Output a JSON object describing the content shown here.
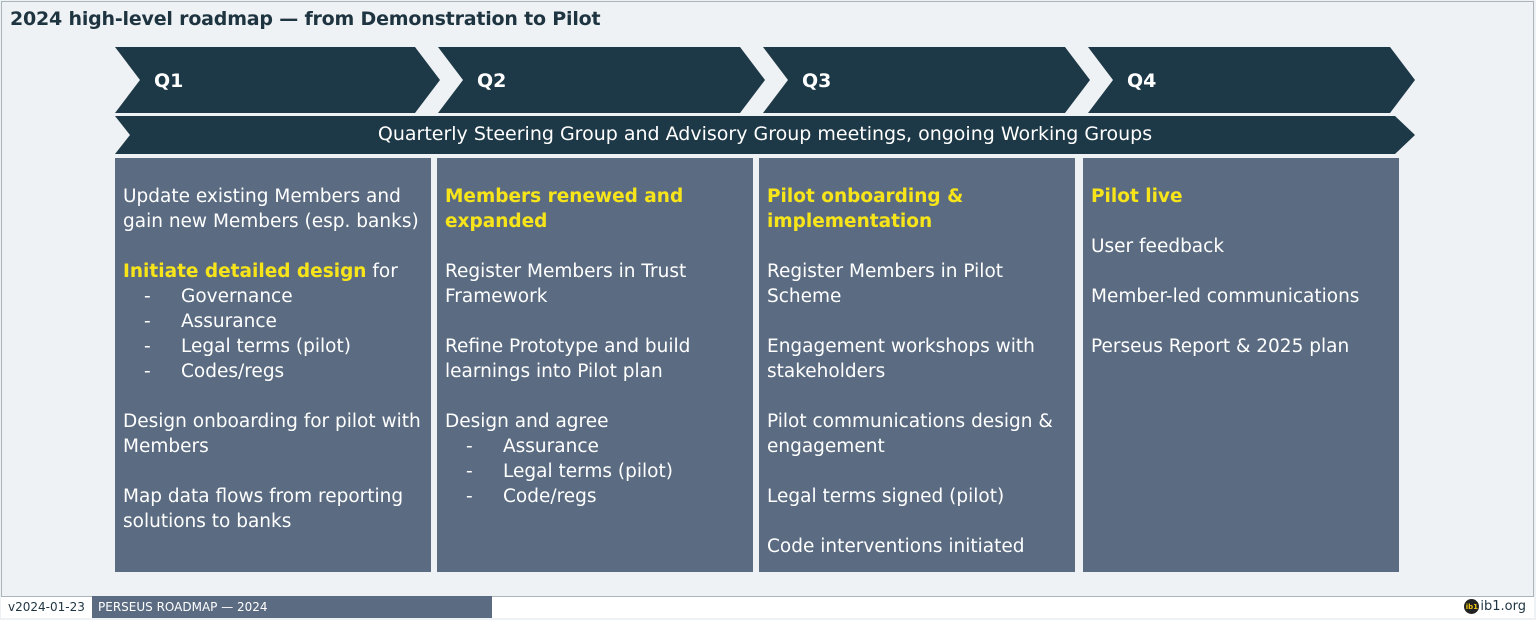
{
  "title": "2024 high-level roadmap — from Demonstration to Pilot",
  "quarters": [
    {
      "label": "Q1"
    },
    {
      "label": "Q2"
    },
    {
      "label": "Q3"
    },
    {
      "label": "Q4"
    }
  ],
  "steering_band": "Quarterly Steering Group and Advisory Group meetings, ongoing Working Groups",
  "columns": {
    "q1": {
      "p1": "Update existing Members and gain new Members (esp. banks)",
      "p2_highlight": "Initiate detailed design",
      "p2_rest": " for",
      "dash": "-",
      "p2_items": [
        "Governance",
        "Assurance",
        "Legal terms (pilot)",
        "Codes/regs"
      ],
      "p3": "Design onboarding for pilot with Members",
      "p4": "Map data flows from reporting solutions to banks"
    },
    "q2": {
      "heading": "Members renewed and expanded",
      "p1": "Register Members in Trust Framework",
      "p2": "Refine Prototype and build learnings into Pilot plan",
      "p3": "Design and agree",
      "dash": "-",
      "p3_items": [
        "Assurance",
        "Legal terms (pilot)",
        "Code/regs"
      ]
    },
    "q3": {
      "heading": "Pilot onboarding & implementation",
      "p1": "Register Members in Pilot Scheme",
      "p2": "Engagement workshops with stakeholders",
      "p3": "Pilot communications design & engagement",
      "p4": "Legal terms signed (pilot)",
      "p5": "Code interventions initiated"
    },
    "q4": {
      "heading": "Pilot live",
      "p1": "User feedback",
      "p2": "Member-led communications",
      "p3": "Perseus Report & 2025 plan"
    }
  },
  "footer": {
    "version": "v2024-01-23",
    "label": "PERSEUS ROADMAP — 2024",
    "logo_text": "ib1.org",
    "logo_icon_text": "ib1"
  },
  "colors": {
    "dark_band": "#1d3846",
    "column_bg": "#5b6c82",
    "highlight": "#f7e51a",
    "background": "#eef2f4"
  }
}
